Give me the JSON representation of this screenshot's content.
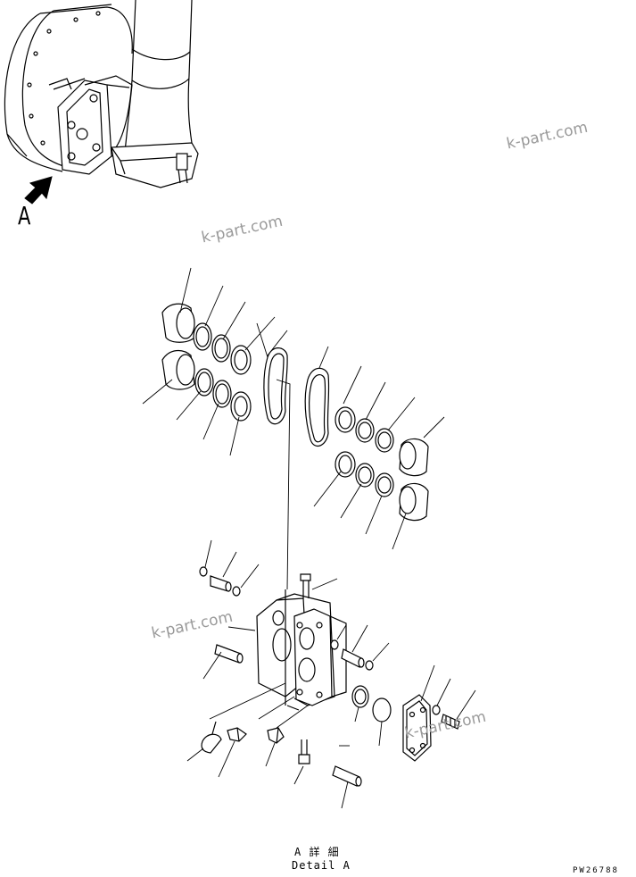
{
  "view_label": "A",
  "caption": {
    "line1": "A 詳 細",
    "line2": "Detail A"
  },
  "drawing_number": "PW26788",
  "watermark": "k-part.com",
  "icons": [
    "view-arrow-icon"
  ]
}
